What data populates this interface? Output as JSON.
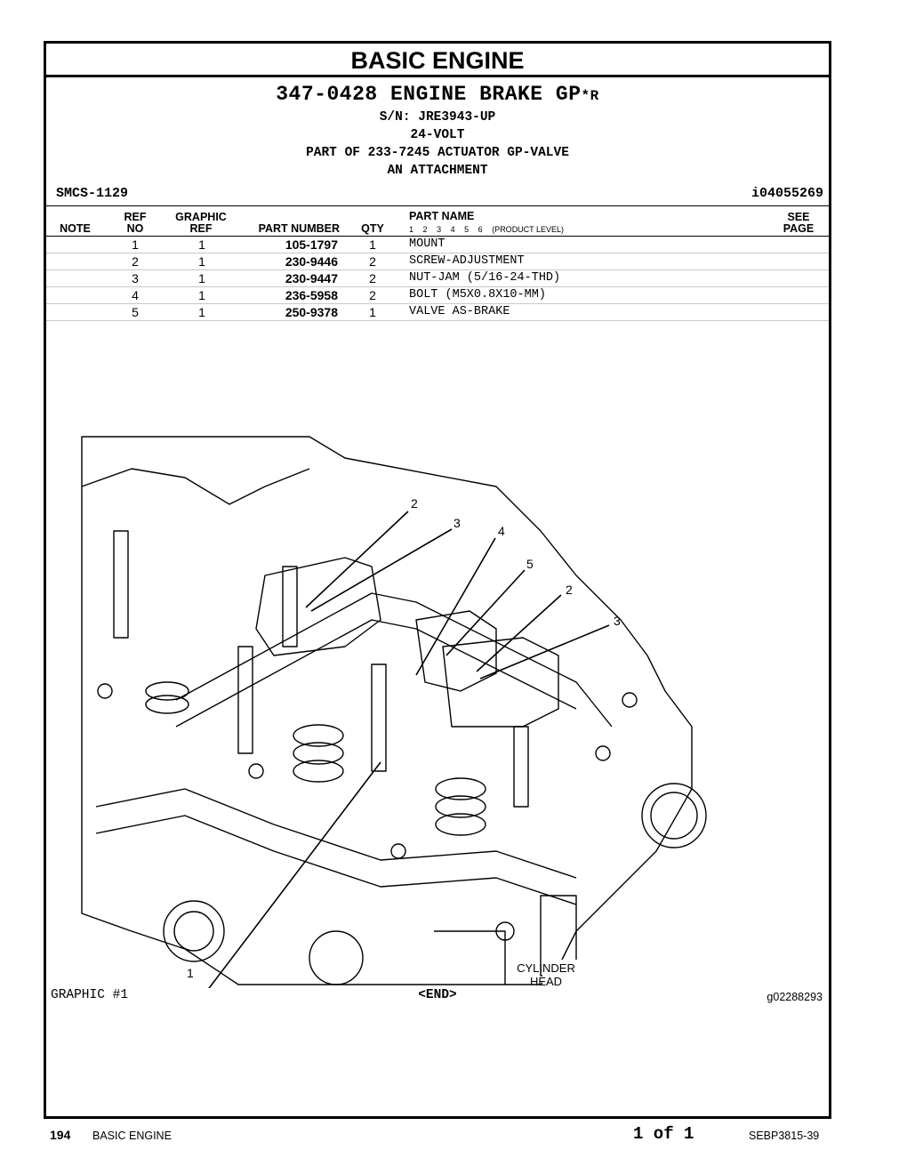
{
  "header": {
    "section_title": "BASIC ENGINE",
    "group_number": "347-0428",
    "group_name": "ENGINE BRAKE GP",
    "group_suffix": "*R",
    "serial": "S/N: JRE3943-UP",
    "voltage": "24-VOLT",
    "part_of": "PART OF 233-7245 ACTUATOR GP-VALVE",
    "attachment": "AN ATTACHMENT",
    "smcs": "SMCS-1129",
    "illustration_id": "i04055269"
  },
  "table": {
    "columns": {
      "note": "NOTE",
      "ref_top": "REF",
      "ref_bottom": "NO",
      "graphic_top": "GRAPHIC",
      "graphic_bottom": "REF",
      "part_number": "PART NUMBER",
      "qty": "QTY",
      "part_name": "PART NAME",
      "product_levels": [
        "1",
        "2",
        "3",
        "4",
        "5",
        "6"
      ],
      "product_level_label": "(PRODUCT LEVEL)",
      "see_top": "SEE",
      "see_bottom": "PAGE"
    },
    "rows": [
      {
        "ref": "1",
        "graphic": "1",
        "part_number": "105-1797",
        "qty": "1",
        "name": "MOUNT"
      },
      {
        "ref": "2",
        "graphic": "1",
        "part_number": "230-9446",
        "qty": "2",
        "name": "SCREW-ADJUSTMENT"
      },
      {
        "ref": "3",
        "graphic": "1",
        "part_number": "230-9447",
        "qty": "2",
        "name": "NUT-JAM (5/16-24-THD)"
      },
      {
        "ref": "4",
        "graphic": "1",
        "part_number": "236-5958",
        "qty": "2",
        "name": "BOLT (M5X0.8X10-MM)"
      },
      {
        "ref": "5",
        "graphic": "1",
        "part_number": "250-9378",
        "qty": "1",
        "name": "VALVE AS-BRAKE"
      }
    ]
  },
  "graphic": {
    "label": "GRAPHIC #1",
    "end": "<END>",
    "id": "g02288293",
    "callouts": [
      "2",
      "3",
      "4",
      "5",
      "2",
      "3",
      "1"
    ],
    "cylinder_label_1": "CYLINDER",
    "cylinder_label_2": "HEAD"
  },
  "footer": {
    "page_number": "194",
    "section": "BASIC ENGINE",
    "page_of": "1 of 1",
    "doc_number": "SEBP3815-39"
  }
}
